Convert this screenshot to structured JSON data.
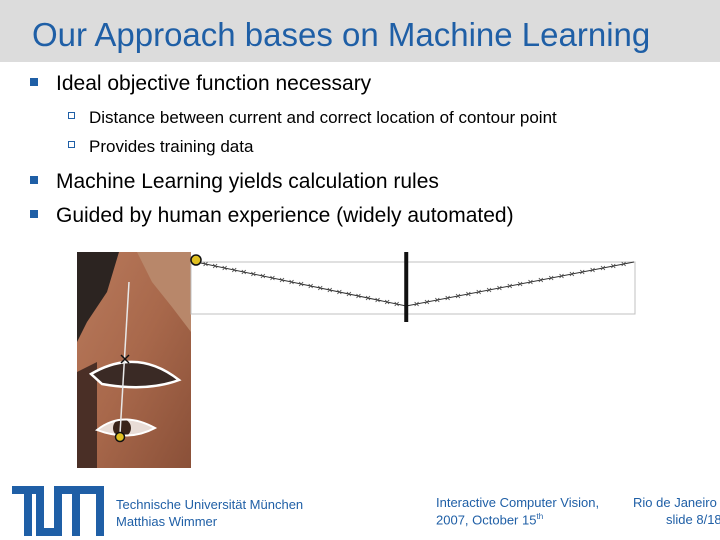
{
  "slide": {
    "title": "Our Approach bases on Machine Learning",
    "bullets": [
      {
        "text": "Ideal objective function necessary",
        "level": 1
      },
      {
        "text": "Distance between current and correct location of contour point",
        "level": 2
      },
      {
        "text": "Provides training data",
        "level": 2
      },
      {
        "text": "Machine Learning yields calculation rules",
        "level": 1
      },
      {
        "text": "Guided by human experience (widely automated)",
        "level": 1
      }
    ]
  },
  "figure": {
    "photo_description_icon": "eye-photo",
    "objective_plot": {
      "type": "line",
      "points_x": [
        0,
        0.48,
        1
      ],
      "points_y": [
        1,
        0,
        1
      ],
      "correct_location_marker": "vertical-bar"
    }
  },
  "footer": {
    "university": "Technische Universität München",
    "author": "Matthias Wimmer",
    "conference_line1": "Interactive Computer Vision,",
    "conference_line2": "2007, October 15",
    "conference_sup": "th",
    "location": "Rio de Janeiro",
    "slide_label": "slide 8/18"
  },
  "colors": {
    "title": "#1f5fa6",
    "accent": "#1f5fa6",
    "title_bar": "#dcdcdc"
  }
}
